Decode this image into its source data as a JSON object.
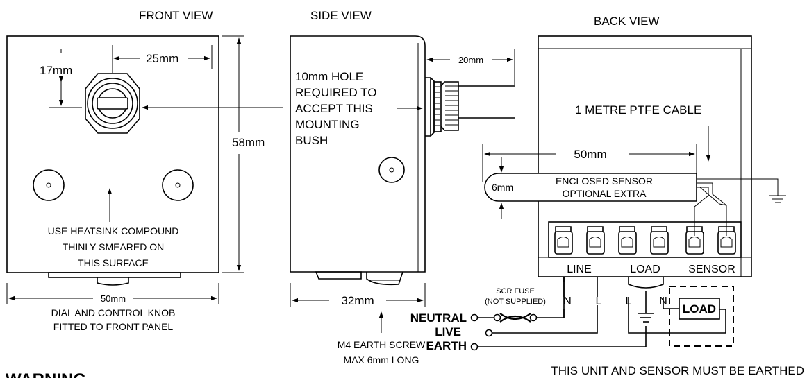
{
  "views": {
    "front_title": "FRONT VIEW",
    "side_title": "SIDE VIEW",
    "back_title": "BACK VIEW"
  },
  "front": {
    "dim_17": "17mm",
    "dim_25": "25mm",
    "dim_58": "58mm",
    "heatsink_1": "USE HEATSINK COMPOUND",
    "heatsink_2": "THINLY SMEARED ON",
    "heatsink_3": "THIS SURFACE",
    "dim_50": "50mm",
    "dial_1": "DIAL AND CONTROL KNOB",
    "dial_2": "FITTED TO FRONT PANEL"
  },
  "side": {
    "hole_1": "10mm HOLE",
    "hole_2": "REQUIRED TO",
    "hole_3": "ACCEPT THIS",
    "hole_4": "MOUNTING",
    "hole_5": "BUSH",
    "dim_20": "20mm",
    "dim_32": "32mm",
    "screw_1": "M4 EARTH SCREW",
    "screw_2": "MAX 6mm LONG"
  },
  "back": {
    "cable": "1 METRE PTFE CABLE",
    "dim_50": "50mm",
    "dim_6": "6mm",
    "sensor_1": "ENCLOSED SENSOR",
    "sensor_2": "OPTIONAL EXTRA",
    "term_line": "LINE",
    "term_load": "LOAD",
    "term_sensor": "SENSOR"
  },
  "wiring": {
    "fuse_1": "SCR FUSE",
    "fuse_2": "(NOT SUPPLIED)",
    "neutral": "NEUTRAL",
    "live": "LIVE",
    "earth": "EARTH",
    "n1": "N",
    "l1": "L",
    "l2": "L",
    "n2": "N",
    "load_box": "LOAD",
    "earth_note": "THIS UNIT AND SENSOR MUST BE EARTHED"
  },
  "warning": "WARNING"
}
